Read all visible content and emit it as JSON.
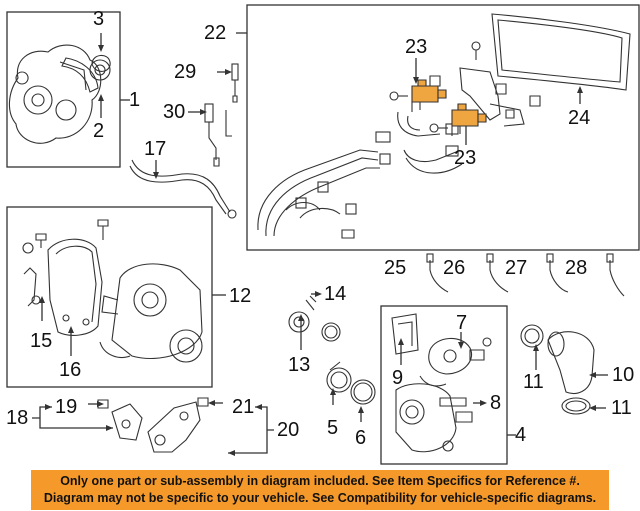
{
  "callouts": {
    "c1": "1",
    "c2": "2",
    "c3": "3",
    "c4": "4",
    "c5": "5",
    "c6": "6",
    "c7": "7",
    "c8": "8",
    "c9": "9",
    "c10": "10",
    "c11a": "11",
    "c11b": "11",
    "c12": "12",
    "c13": "13",
    "c14": "14",
    "c15": "15",
    "c16": "16",
    "c17": "17",
    "c18": "18",
    "c19": "19",
    "c20": "20",
    "c21": "21",
    "c22": "22",
    "c23a": "23",
    "c23b": "23",
    "c24": "24",
    "c25": "25",
    "c26": "26",
    "c27": "27",
    "c28": "28",
    "c29": "29",
    "c30": "30"
  },
  "notice": {
    "line1": "Only one part or sub-assembly in diagram included. See Item Specifics for Reference #.",
    "line2": "Diagram may not be specific to your vehicle. See Compatibility for vehicle-specific diagrams."
  },
  "colors": {
    "highlight_part": "#f0a640",
    "banner": "#f59a2a",
    "line": "#333333"
  }
}
